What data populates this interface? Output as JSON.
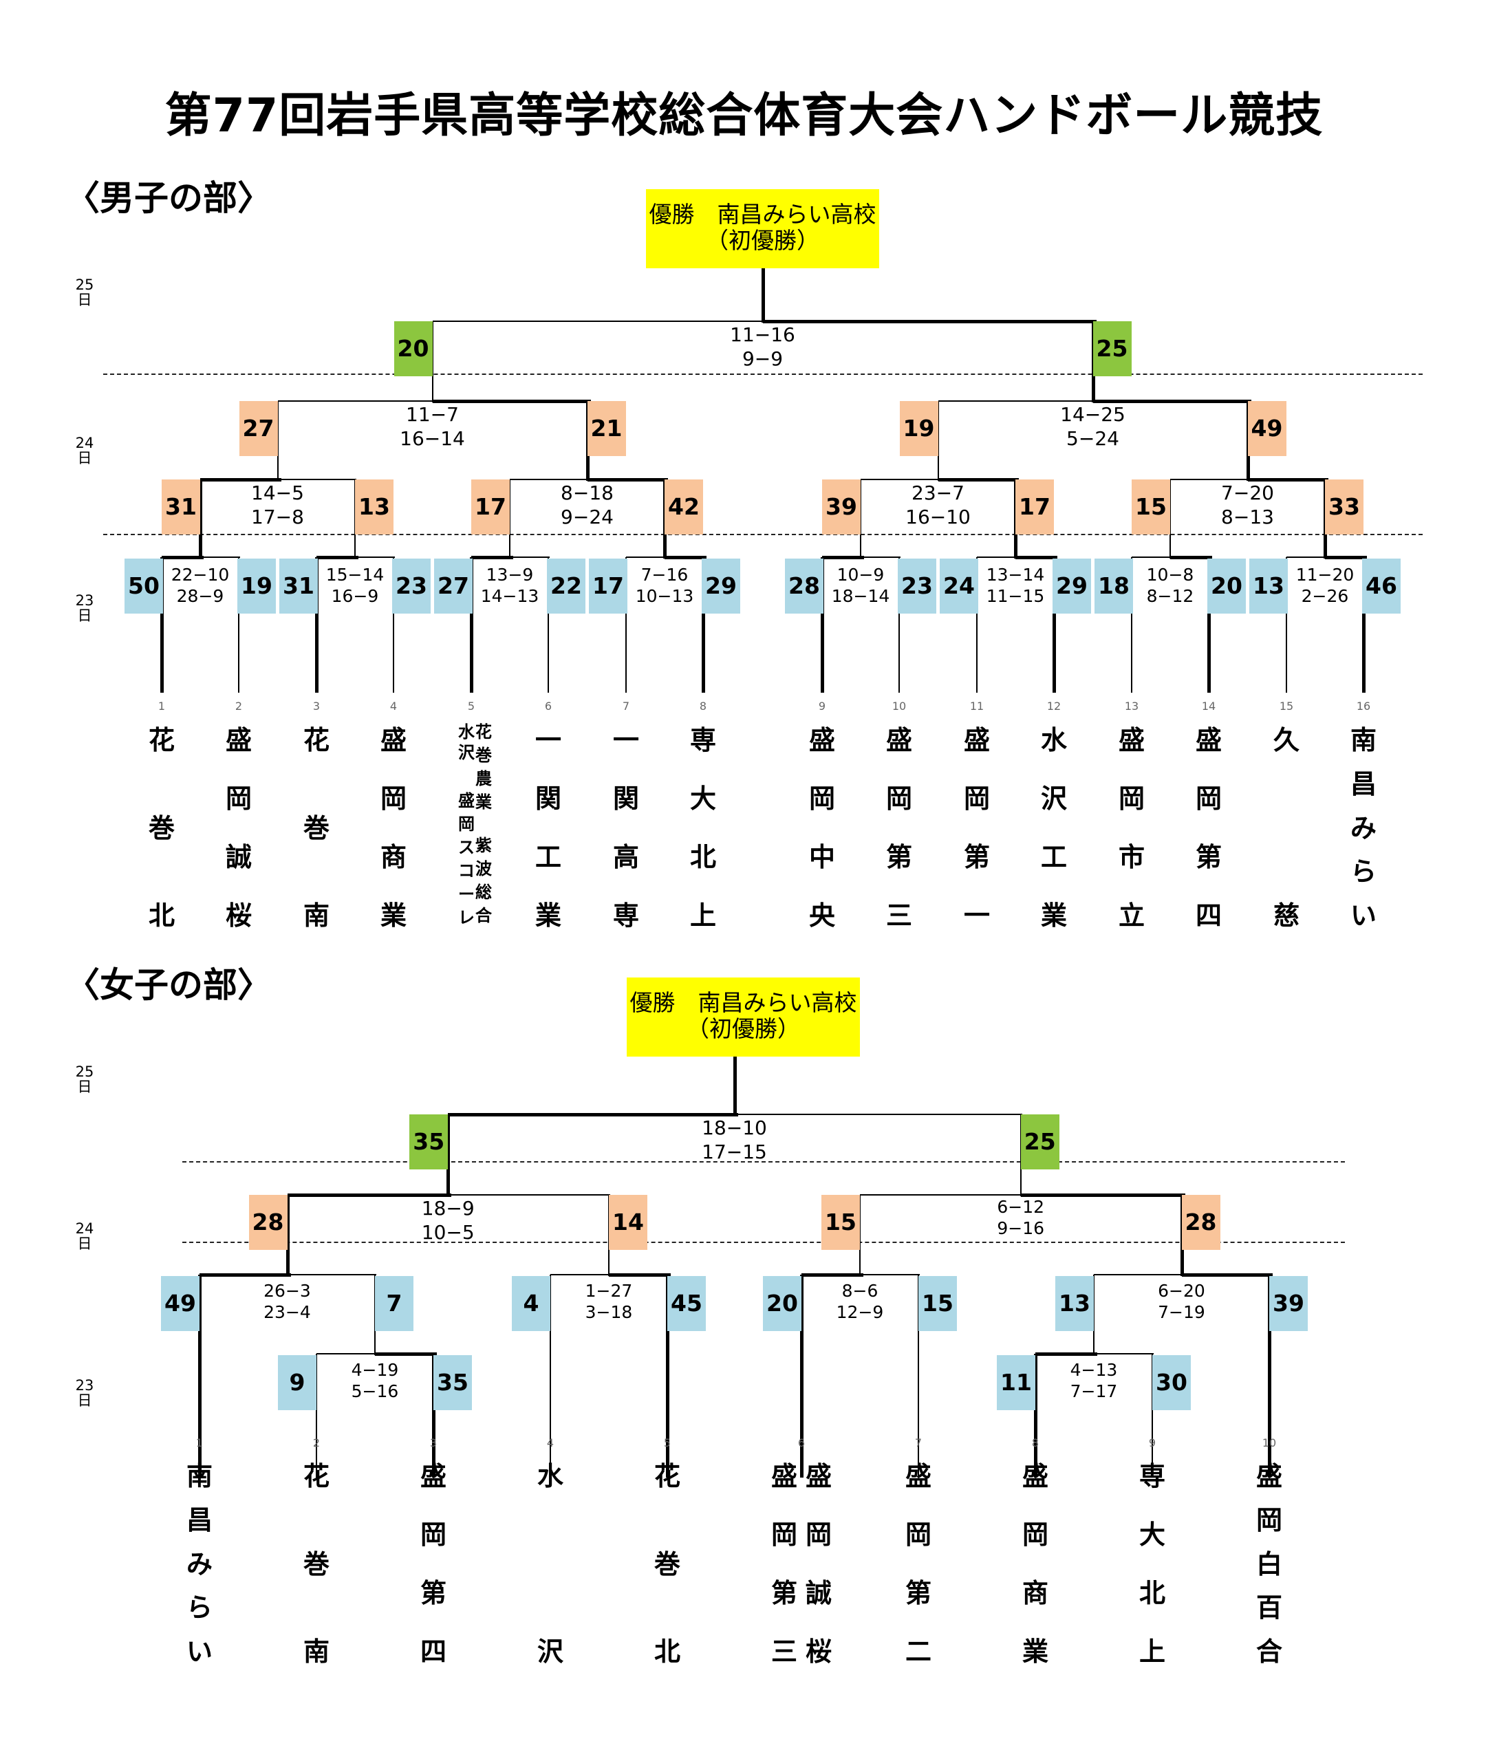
{
  "title": "第77回岩手県高等学校総合体育大会ハンドボール競技",
  "days": [
    "25日",
    "24日",
    "23日"
  ],
  "boys": {
    "label": "〈男子の部〉",
    "champion": {
      "line1": "優勝　南昌みらい高校",
      "line2": "（初優勝）"
    },
    "teams": [
      "花巻北",
      "盛岡誠桜",
      "花巻南",
      "盛岡商業",
      "",
      "一関工業",
      "一関高専",
      "専大北上",
      "盛岡中央",
      "盛岡第三",
      "盛岡第一",
      "水沢工業",
      "盛岡市立",
      "盛岡第四",
      "久慈",
      "南昌みらい"
    ],
    "joint_team": {
      "col_a": "水沢",
      "col_b": "花巻農業",
      "col_c": "盛岡スコーレ",
      "col_d": "紫波総合"
    },
    "matches": [
      {
        "id": "b1",
        "scores": [
          "22−10",
          "28−9"
        ],
        "left": "50",
        "right": "19"
      },
      {
        "id": "b2",
        "scores": [
          "15−14",
          "16−9"
        ],
        "left": "31",
        "right": "23"
      },
      {
        "id": "b3",
        "scores": [
          "13−9",
          "14−13"
        ],
        "left": "27",
        "right": "22"
      },
      {
        "id": "b4",
        "scores": [
          "7−16",
          "10−13"
        ],
        "left": "17",
        "right": "29"
      },
      {
        "id": "b5",
        "scores": [
          "10−9",
          "18−14"
        ],
        "left": "28",
        "right": "23"
      },
      {
        "id": "b6",
        "scores": [
          "13−14",
          "11−15"
        ],
        "left": "24",
        "right": "29"
      },
      {
        "id": "b7",
        "scores": [
          "10−8",
          "8−12"
        ],
        "left": "18",
        "right": "20"
      },
      {
        "id": "b8",
        "scores": [
          "11−20",
          "2−26"
        ],
        "left": "13",
        "right": "46"
      },
      {
        "id": "b9",
        "scores": [
          "14−5",
          "17−8"
        ],
        "left": "31",
        "right": "13"
      },
      {
        "id": "b10",
        "scores": [
          "8−18",
          "9−24"
        ],
        "left": "17",
        "right": "42"
      },
      {
        "id": "b11",
        "scores": [
          "23−7",
          "16−10"
        ],
        "left": "39",
        "right": "17"
      },
      {
        "id": "b12",
        "scores": [
          "7−20",
          "8−13"
        ],
        "left": "15",
        "right": "33"
      },
      {
        "id": "b13",
        "scores": [
          "11−7",
          "16−14"
        ],
        "left": "27",
        "right": "21"
      },
      {
        "id": "b14",
        "scores": [
          "14−25",
          "5−24"
        ],
        "left": "19",
        "right": "49"
      },
      {
        "id": "b15",
        "scores": [
          "11−16",
          "9−9"
        ],
        "left": "20",
        "right": "25"
      }
    ]
  },
  "girls": {
    "label": "〈女子の部〉",
    "champion": {
      "line1": "優勝　南昌みらい高校",
      "line2": "（初優勝）"
    },
    "teams": [
      "南昌みらい",
      "花巻南",
      "盛岡第四",
      "水沢",
      "花巻北",
      "",
      "盛岡第二",
      "盛岡商業",
      "専大北上",
      "盛岡白百合"
    ],
    "joint_team": {
      "col_a": "盛岡第三",
      "col_b": "盛岡誠桜"
    },
    "matches": [
      {
        "id": "g1",
        "scores": [
          "4−19",
          "5−16"
        ],
        "left": "9",
        "right": "35"
      },
      {
        "id": "g2",
        "scores": [
          "4−13",
          "7−17"
        ],
        "left": "11",
        "right": "30"
      },
      {
        "id": "g3",
        "scores": [
          "26−3",
          "23−4"
        ],
        "left": "49",
        "right": "7"
      },
      {
        "id": "g4",
        "scores": [
          "1−27",
          "3−18"
        ],
        "left": "4",
        "right": "45"
      },
      {
        "id": "g5",
        "scores": [
          "8−6",
          "12−9"
        ],
        "left": "20",
        "right": "15"
      },
      {
        "id": "g6",
        "scores": [
          "6−20",
          "7−19"
        ],
        "left": "13",
        "right": "39"
      },
      {
        "id": "g7",
        "scores": [
          "18−9",
          "10−5"
        ],
        "left": "28",
        "right": "14"
      },
      {
        "id": "g8",
        "scores": [
          "6−12",
          "9−16"
        ],
        "left": "15",
        "right": "28"
      },
      {
        "id": "g9",
        "scores": [
          "18−10",
          "17−15"
        ],
        "left": "35",
        "right": "25"
      }
    ]
  }
}
